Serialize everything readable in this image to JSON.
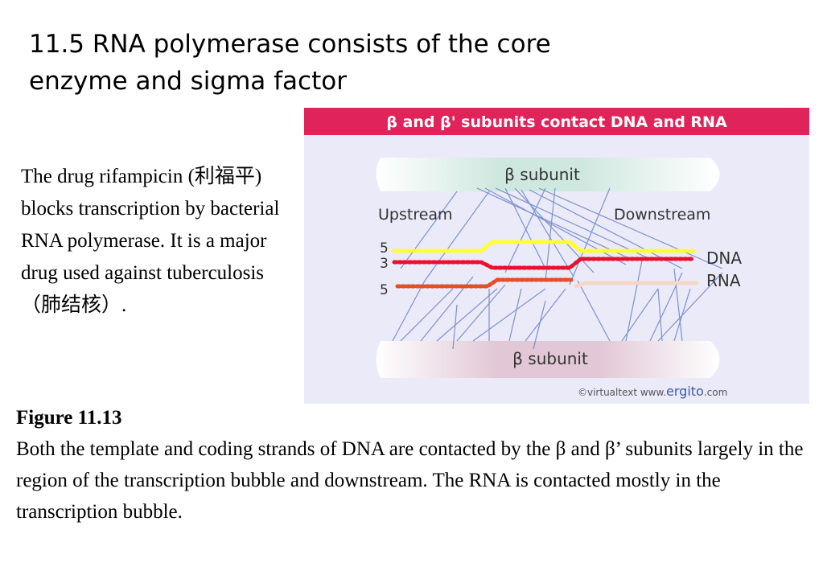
{
  "slide": {
    "title_line1": "11.5 RNA polymerase consists of the core",
    "title_line2": "enzyme and sigma factor",
    "side_text": "The drug rifampicin (利福平) blocks transcription by bacterial RNA polymerase. It is a major drug used against tuberculosis（肺结核）."
  },
  "figure": {
    "banner": "β and β' subunits contact DNA and RNA",
    "top_subunit": "β subunit",
    "bottom_subunit": "β subunit",
    "upstream": "Upstream",
    "downstream": "Downstream",
    "end_top": "5",
    "end_mid": "3",
    "end_bottom": "5",
    "dna_label": "DNA",
    "rna_label": "RNA",
    "credit_prefix": "©virtualtext  www.",
    "credit_brand": "ergito",
    "credit_suffix": ".com",
    "colors": {
      "banner": "#e0245a",
      "coding_strand": "#ffff33",
      "template_strand": "#e8102e",
      "rna": "#e0502a",
      "contact_lines": "#6a82c8"
    }
  },
  "caption": {
    "label": "Figure 11.13",
    "body": "Both the template and coding strands of DNA are contacted by the β and β’ subunits largely in the region of the transcription bubble and downstream. The RNA is contacted mostly in the transcription bubble."
  }
}
